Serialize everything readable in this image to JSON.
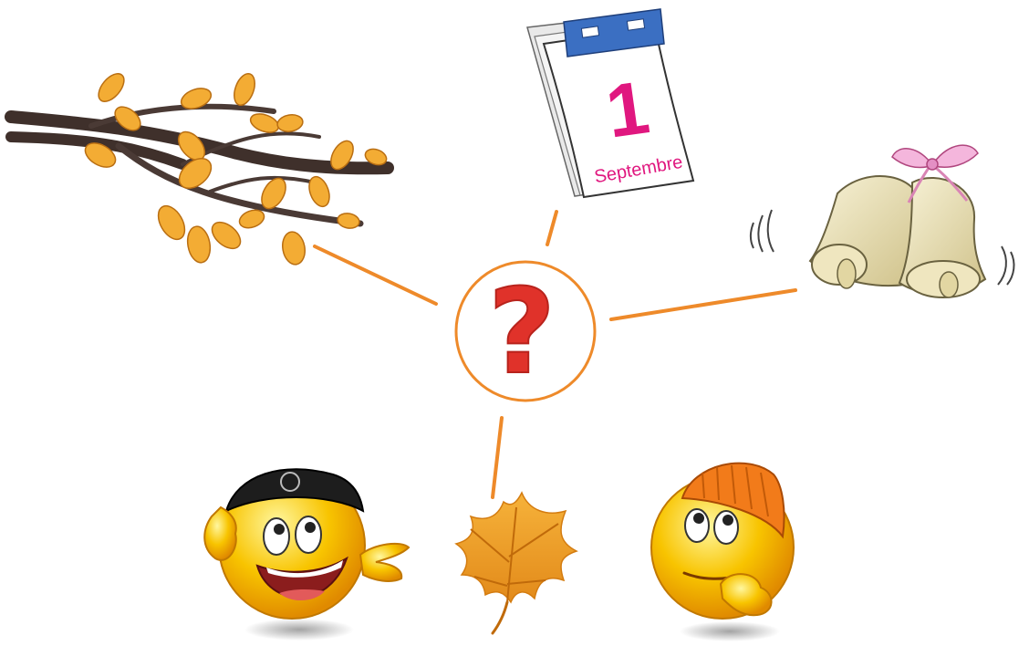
{
  "center": {
    "symbol": "?",
    "accent": "#ee8a2a",
    "symbol_color": "#e0322a"
  },
  "calendar": {
    "day": "1",
    "month": "Septembre",
    "text_color": "#e0177f",
    "binding_color": "#3b6fc2"
  },
  "nodes": [
    "branch-with-autumn-leaves",
    "tear-off-calendar",
    "ringing-bells",
    "smiley-with-cap",
    "autumn-leaf",
    "thinking-smiley-with-beanie"
  ],
  "colors": {
    "connector": "#ee8a2a",
    "leaf": "#f2a628",
    "smiley": "#f8c400",
    "bell": "#ece3b4",
    "bow": "#f2a8d6",
    "branch": "#4a3a35"
  }
}
